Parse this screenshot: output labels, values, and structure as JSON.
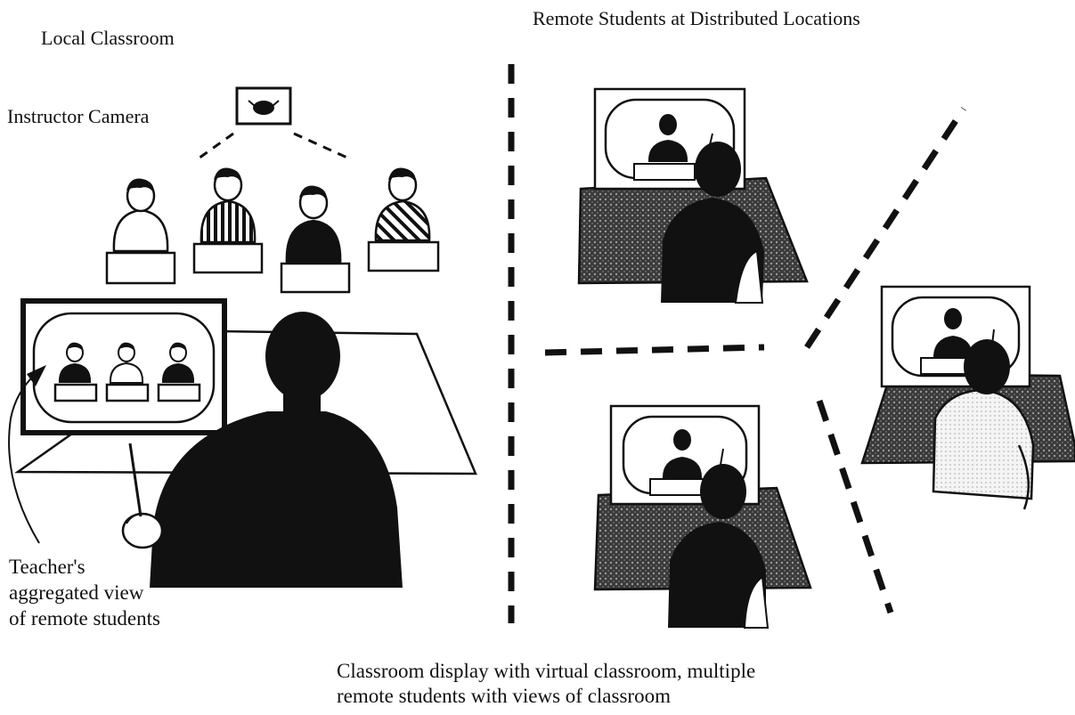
{
  "labels": {
    "local_classroom": "Local Classroom",
    "remote_students": "Remote Students at Distributed Locations",
    "instructor_camera": "Instructor Camera",
    "teacher_view_line1": "Teacher's",
    "teacher_view_line2": "aggregated view",
    "teacher_view_line3": "of remote students",
    "caption_line1": "Classroom display with virtual classroom, multiple",
    "caption_line2": "remote students with views of classroom"
  },
  "colors": {
    "ink": "#111111",
    "paper": "#ffffff",
    "desk_shade": "#5a5a5a"
  }
}
